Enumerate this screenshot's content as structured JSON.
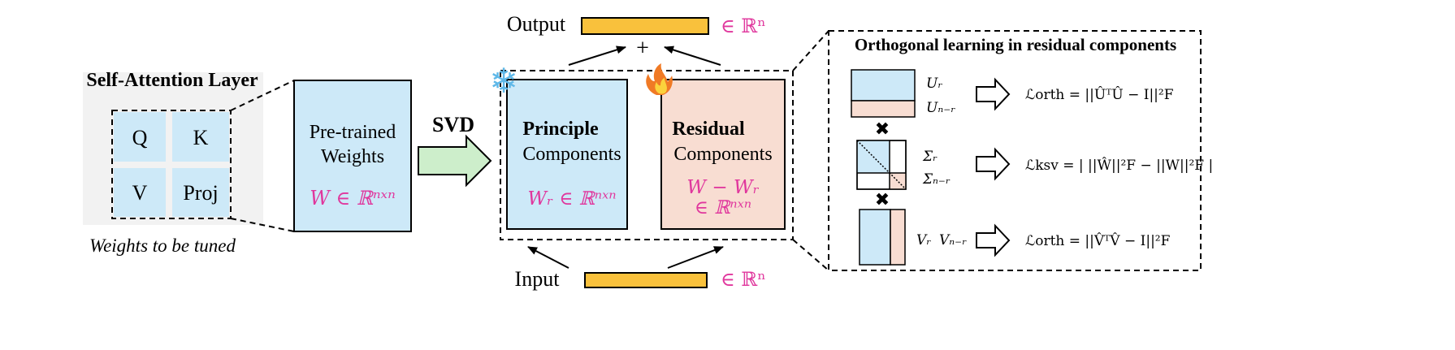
{
  "left": {
    "layer_title": "Self-Attention Layer",
    "cells": [
      "Q",
      "K",
      "V",
      "Proj"
    ],
    "caption": "Weights to be tuned",
    "pretrained_line1": "Pre-trained",
    "pretrained_line2": "Weights",
    "pretrained_formula": "W ∈ ℝⁿˣⁿ"
  },
  "svd_label": "SVD",
  "center": {
    "output_label": "Output",
    "output_space": "∈ ℝⁿ",
    "plus": "+",
    "input_label": "Input",
    "input_space": "∈ ℝⁿ",
    "principle_title": "Principle",
    "principle_sub": "Components",
    "principle_formula": "Wᵣ ∈ ℝⁿˣⁿ",
    "residual_title": "Residual",
    "residual_sub": "Components",
    "residual_formula_1": "W − Wᵣ",
    "residual_formula_2": "∈ ℝⁿˣⁿ",
    "frozen_icon": "❄",
    "trainable_icon": "🔥"
  },
  "right": {
    "title": "Orthogonal learning in residual  components",
    "rows": [
      {
        "label_a": "Uᵣ",
        "label_b": "Uₙ₋ᵣ",
        "loss": "ℒorth = ||ÛᵀÛ − I||²F"
      },
      {
        "label_a": "Σᵣ",
        "label_b": "Σₙ₋ᵣ",
        "loss": "ℒksv = | ||Ŵ||²F − ||W||²F |"
      },
      {
        "label_a": "Vᵣ",
        "label_b": "Vₙ₋ᵣ",
        "loss": "ℒorth = ||V̂ᵀV̂ − I||²F"
      }
    ],
    "times": "✖"
  },
  "colors": {
    "blue": "#cde9f8",
    "peach": "#f8ddd2",
    "yellow": "#f9c13c",
    "green": "#cdeecb",
    "pink": "#e0379d",
    "gray_bg": "#f2f2f2"
  }
}
